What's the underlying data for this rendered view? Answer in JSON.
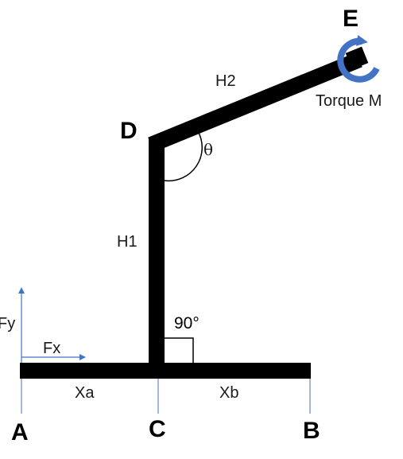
{
  "points": {
    "a": "A",
    "b": "B",
    "c": "C",
    "d": "D",
    "e": "E"
  },
  "segments": {
    "h1": "H1",
    "h2": "H2",
    "xa": "Xa",
    "xb": "Xb"
  },
  "angles": {
    "theta": "θ",
    "right_angle": "90°"
  },
  "forces": {
    "fx": "Fx",
    "fy": "Fy"
  },
  "torque": {
    "label": "Torque M"
  },
  "colors": {
    "member": "#000000",
    "arrow": "#4472c4",
    "torque": "#4472c4",
    "guide": "#4472c4"
  }
}
